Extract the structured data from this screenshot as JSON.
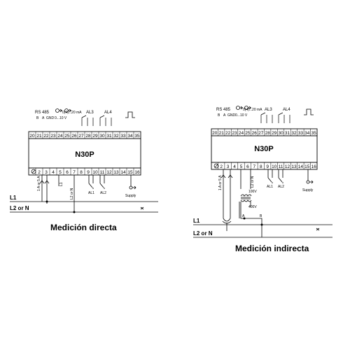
{
  "left": {
    "device_name": "N30P",
    "top_terminals": [
      "20",
      "21",
      "22",
      "23",
      "24",
      "25",
      "26",
      "27",
      "28",
      "29",
      "30",
      "31",
      "32",
      "33",
      "34",
      "35"
    ],
    "bottom_terminals": [
      "2",
      "3",
      "4",
      "5",
      "6",
      "7",
      "8",
      "9",
      "10",
      "11",
      "12",
      "13",
      "14",
      "15",
      "16"
    ],
    "labels": {
      "rs485": "RS 485",
      "a": "A",
      "b": "B",
      "gnd": "GND",
      "v": "0...10 V",
      "ma": "0(4)...20 mA",
      "al3": "AL3",
      "al4": "AL4",
      "al1": "AL1",
      "al2": "AL2",
      "current": "1 A or 5 A",
      "l2n": "L2 or N",
      "supply": "Supply",
      "l1_mark": "L1"
    },
    "line_l1": "L1",
    "line_l2": "L2 or N",
    "caption": "Medición directa"
  },
  "right": {
    "device_name": "N30P",
    "top_terminals": [
      "20",
      "21",
      "22",
      "23",
      "24",
      "25",
      "26",
      "27",
      "28",
      "29",
      "30",
      "31",
      "32",
      "33",
      "34",
      "35"
    ],
    "bottom_terminals": [
      "2",
      "3",
      "4",
      "5",
      "6",
      "7",
      "8",
      "9",
      "10",
      "11",
      "12",
      "13",
      "14",
      "15",
      "16"
    ],
    "labels": {
      "rs485": "RS 485",
      "a": "A",
      "b": "B",
      "gnd": "GND",
      "v": "0...10 V",
      "ma": "0(4)...20 mA",
      "al3": "AL3",
      "al4": "AL4",
      "al1": "AL1",
      "al2": "AL2",
      "current": "1 A or 5 A",
      "l2n": "L2 or N",
      "supply": "Supply",
      "v100": "100V",
      "v400": "400V",
      "ta": "A",
      "tb": "B"
    },
    "line_l1": "L1",
    "line_l2": "L2 or N",
    "caption": "Medición indirecta"
  }
}
